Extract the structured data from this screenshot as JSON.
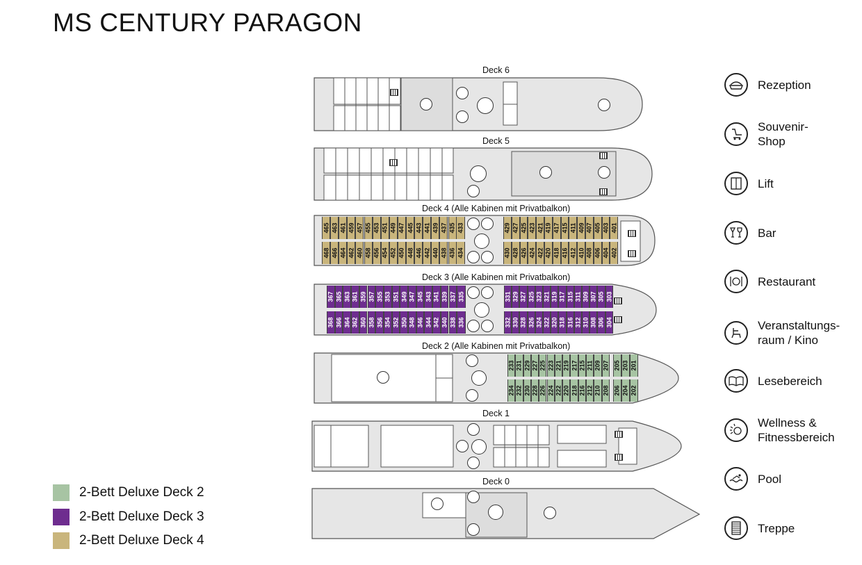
{
  "title": "MS CENTURY PARAGON",
  "decks": [
    {
      "id": "deck6",
      "label": "Deck 6"
    },
    {
      "id": "deck5",
      "label": "Deck 5"
    },
    {
      "id": "deck4",
      "label": "Deck 4 (Alle Kabinen mit Privatbalkon)"
    },
    {
      "id": "deck3",
      "label": "Deck 3 (Alle Kabinen mit Privatbalkon)"
    },
    {
      "id": "deck2",
      "label": "Deck 2 (Alle Kabinen mit Privatbalkon)"
    },
    {
      "id": "deck1",
      "label": "Deck 1"
    },
    {
      "id": "deck0",
      "label": "Deck 0"
    }
  ],
  "cabins": {
    "deck4_top_aft": [
      "465",
      "463",
      "461",
      "459",
      "457",
      "455",
      "453",
      "451",
      "449",
      "447",
      "445",
      "443",
      "441",
      "439",
      "437",
      "435"
    ],
    "deck4_top_mid": [
      "433"
    ],
    "deck4_top_fwd": [
      "429",
      "427",
      "425",
      "423",
      "421",
      "419",
      "417",
      "415",
      "411",
      "409",
      "407",
      "405",
      "403",
      "401"
    ],
    "deck4_bot_aft": [
      "468",
      "466",
      "464",
      "462",
      "460",
      "458",
      "456",
      "454",
      "452",
      "450",
      "448",
      "446",
      "442",
      "440",
      "438",
      "436"
    ],
    "deck4_bot_mid": [
      "434"
    ],
    "deck4_bot_fwd": [
      "430",
      "428",
      "426",
      "424",
      "422",
      "420",
      "418",
      "416",
      "412",
      "410",
      "408",
      "406",
      "404",
      "402"
    ],
    "deck3_top_aft": [
      "367",
      "365",
      "363",
      "361",
      "359",
      "357",
      "355",
      "353",
      "351",
      "349",
      "347",
      "345",
      "343",
      "341",
      "339",
      "337"
    ],
    "deck3_top_mid": [
      "335"
    ],
    "deck3_top_fwd": [
      "331",
      "329",
      "327",
      "325",
      "323",
      "321",
      "319",
      "317",
      "315",
      "311",
      "309",
      "307",
      "305",
      "303"
    ],
    "deck3_bot_aft": [
      "368",
      "366",
      "364",
      "362",
      "360",
      "358",
      "356",
      "354",
      "352",
      "350",
      "348",
      "346",
      "344",
      "342",
      "340",
      "338"
    ],
    "deck3_bot_mid": [
      "336"
    ],
    "deck3_bot_fwd": [
      "332",
      "330",
      "328",
      "326",
      "324",
      "322",
      "320",
      "318",
      "316",
      "312",
      "310",
      "308",
      "306",
      "304"
    ],
    "deck2_top": [
      "233",
      "231",
      "229",
      "227",
      "225",
      "223",
      "221",
      "219",
      "217",
      "215",
      "211",
      "209",
      "207"
    ],
    "deck2_top_bow": [
      "205",
      "203",
      "201"
    ],
    "deck2_bot": [
      "234",
      "232",
      "230",
      "228",
      "226",
      "224",
      "222",
      "220",
      "218",
      "216",
      "212",
      "210",
      "208"
    ],
    "deck2_bot_bow": [
      "206",
      "204",
      "202"
    ]
  },
  "legend": [
    {
      "label": "2-Bett Deluxe Deck 2",
      "color": "#a7c4a3"
    },
    {
      "label": "2-Bett Deluxe Deck 3",
      "color": "#6e2d8f"
    },
    {
      "label": "2-Bett Deluxe Deck 4",
      "color": "#c9b57c"
    }
  ],
  "key": [
    {
      "label": "Rezeption",
      "icon": "reception-icon"
    },
    {
      "label": "Souvenir-\nShop",
      "icon": "shop-icon"
    },
    {
      "label": "Lift",
      "icon": "lift-icon"
    },
    {
      "label": "Bar",
      "icon": "bar-icon"
    },
    {
      "label": "Restaurant",
      "icon": "restaurant-icon"
    },
    {
      "label": "Veranstaltungs-\nraum / Kino",
      "icon": "cinema-icon"
    },
    {
      "label": "Lesebereich",
      "icon": "reading-icon"
    },
    {
      "label": "Wellness &\nFitnessbereich",
      "icon": "wellness-icon"
    },
    {
      "label": "Pool",
      "icon": "pool-icon"
    },
    {
      "label": "Treppe",
      "icon": "stairs-icon"
    }
  ],
  "colors": {
    "hull": "#e6e6e6",
    "outline": "#555555",
    "deck2": "#a7c4a3",
    "deck3": "#6e2d8f",
    "deck4": "#c9b57c"
  }
}
